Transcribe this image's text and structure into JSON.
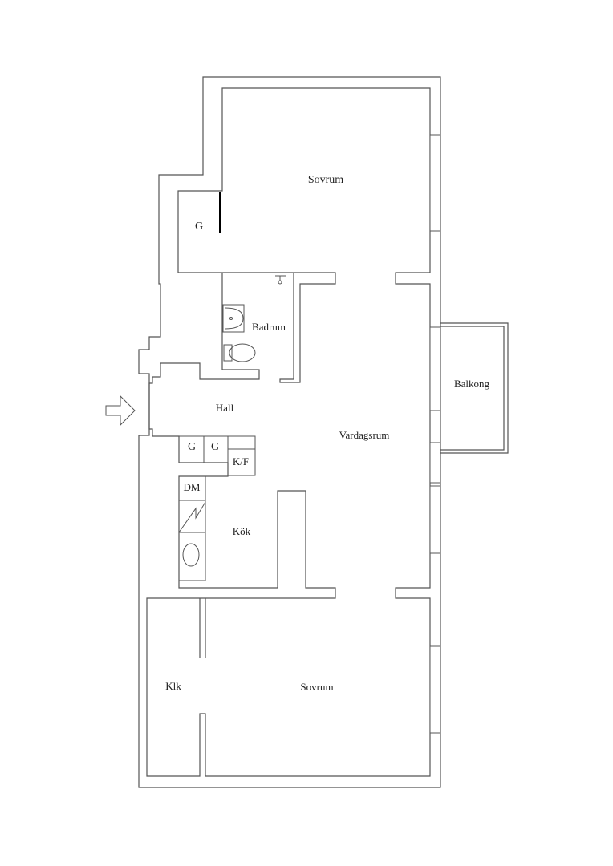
{
  "rooms": {
    "sovrum_top": "Sovrum",
    "badrum": "Badrum",
    "hall": "Hall",
    "vardagsrum": "Vardagsrum",
    "balkong": "Balkong",
    "kok": "Kök",
    "klk": "Klk",
    "sovrum_bottom": "Sovrum"
  },
  "fixtures": {
    "wardrobe_top": "G",
    "wardrobe_hall_1": "G",
    "wardrobe_hall_2": "G",
    "fridge_freezer": "K/F",
    "dishwasher": "DM"
  },
  "icons": {
    "entrance": "entrance-arrow-icon",
    "stove": "stove-icon",
    "sink_kitchen": "kitchen-sink-icon",
    "washbasin": "washbasin-icon",
    "toilet": "toilet-icon",
    "shower": "shower-icon"
  },
  "colors": {
    "walls": "#555555",
    "background": "#ffffff",
    "door_line": "#000000"
  }
}
